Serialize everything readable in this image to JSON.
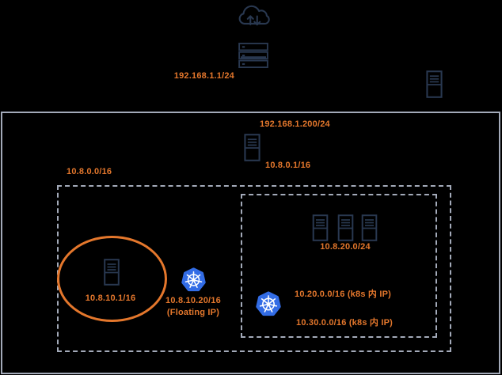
{
  "colors": {
    "bg": "#000000",
    "ink": "#293850",
    "accent": "#e4772c",
    "line": "#a3aab9",
    "k8s": "#326ce5"
  },
  "icons": {
    "internet": "cloud-internet-icon",
    "wan_router": "network-switch-icon",
    "server": "server-tower-icon",
    "kubernetes": "kubernetes-icon"
  },
  "diagram": {
    "wan": {
      "router_ip": "192.168.1.1/24"
    },
    "lan": {
      "gateway_wan_ip": "192.168.1.200/24",
      "gateway_lan_ip": "10.8.0.1/16",
      "subnet": "10.8.0.0/16",
      "vm_ip": "10.8.10.1/16",
      "floating_ip": "10.8.10.20/16",
      "floating_ip_note": "(Floating IP)",
      "cluster": {
        "nodes_subnet": "10.8.20.0/24",
        "node_count": 3,
        "pod_cidr": "10.20.0.0/16 (k8s 内 IP)",
        "service_cidr": "10.30.0.0/16 (k8s 内 IP)"
      }
    }
  }
}
